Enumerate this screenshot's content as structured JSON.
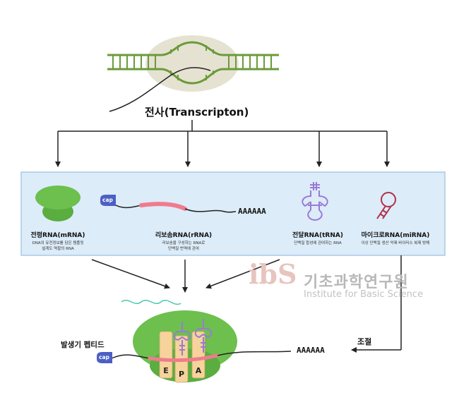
{
  "title": "전사(Transcripton)",
  "rna_types": [
    {
      "label": "전령RNA(mRNA)",
      "desc_line1": "DNA의 유전정보를 담은 템플릿",
      "desc_line2": "설계도 역할의 RNA"
    },
    {
      "label": "리보솜RNA(rRNA)",
      "desc_line1": "리보솜을 구성하는 RNA로",
      "desc_line2": "단백질 번역에 관여"
    },
    {
      "label": "전달RNA(tRNA)",
      "desc_line1": "단백질 합성에 관여하는 RNA",
      "desc_line2": ""
    },
    {
      "label": "마이크로RNA(miRNA)",
      "desc_line1": "이상 단백질 생산 억제·바이러스 복제 방해",
      "desc_line2": ""
    }
  ],
  "cap_label": "cap",
  "poly_a": "AAAAAA",
  "nascent_peptide": "발생기 펩티드",
  "regulation": "조절",
  "ribosome_sites": [
    "E",
    "P",
    "A"
  ],
  "watermark": {
    "logo": "ibS",
    "korean": "기초과학연구원",
    "english": "Institute for Basic Science"
  },
  "colors": {
    "green": "#6dbf4e",
    "panel": "#dcecf8",
    "pink": "#f07b8e",
    "purple": "#9a7ad6",
    "cap": "#4b5fc4",
    "orange": "#f5d39a"
  }
}
